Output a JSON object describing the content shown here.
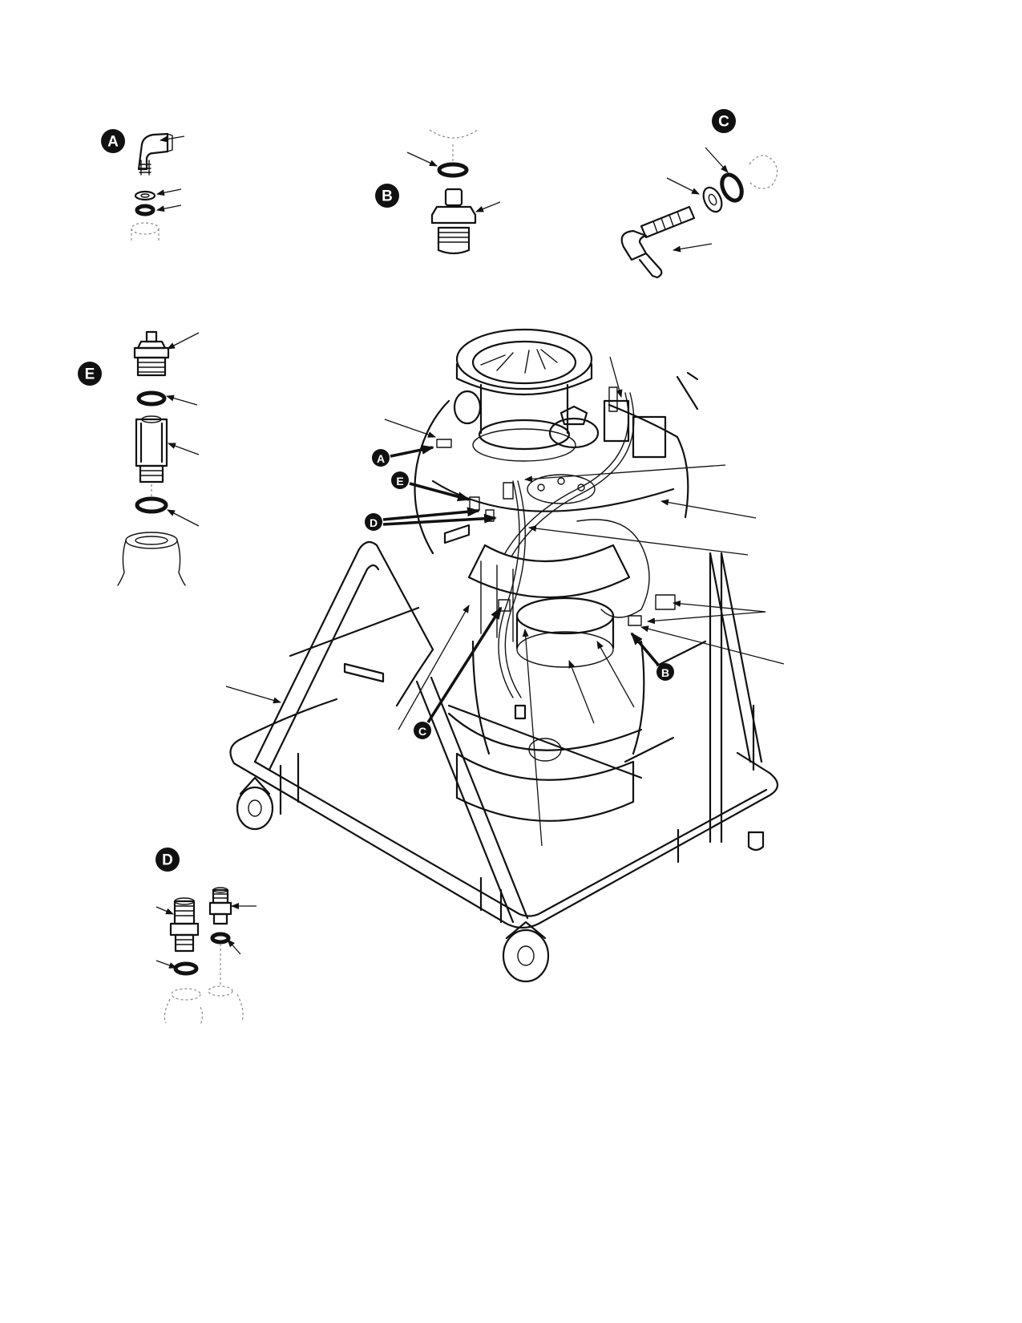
{
  "detail_labels": {
    "a": "A",
    "b": "B",
    "c": "C",
    "d": "D",
    "e": "E"
  },
  "colors": {
    "line": "#111111",
    "background": "#ffffff"
  }
}
